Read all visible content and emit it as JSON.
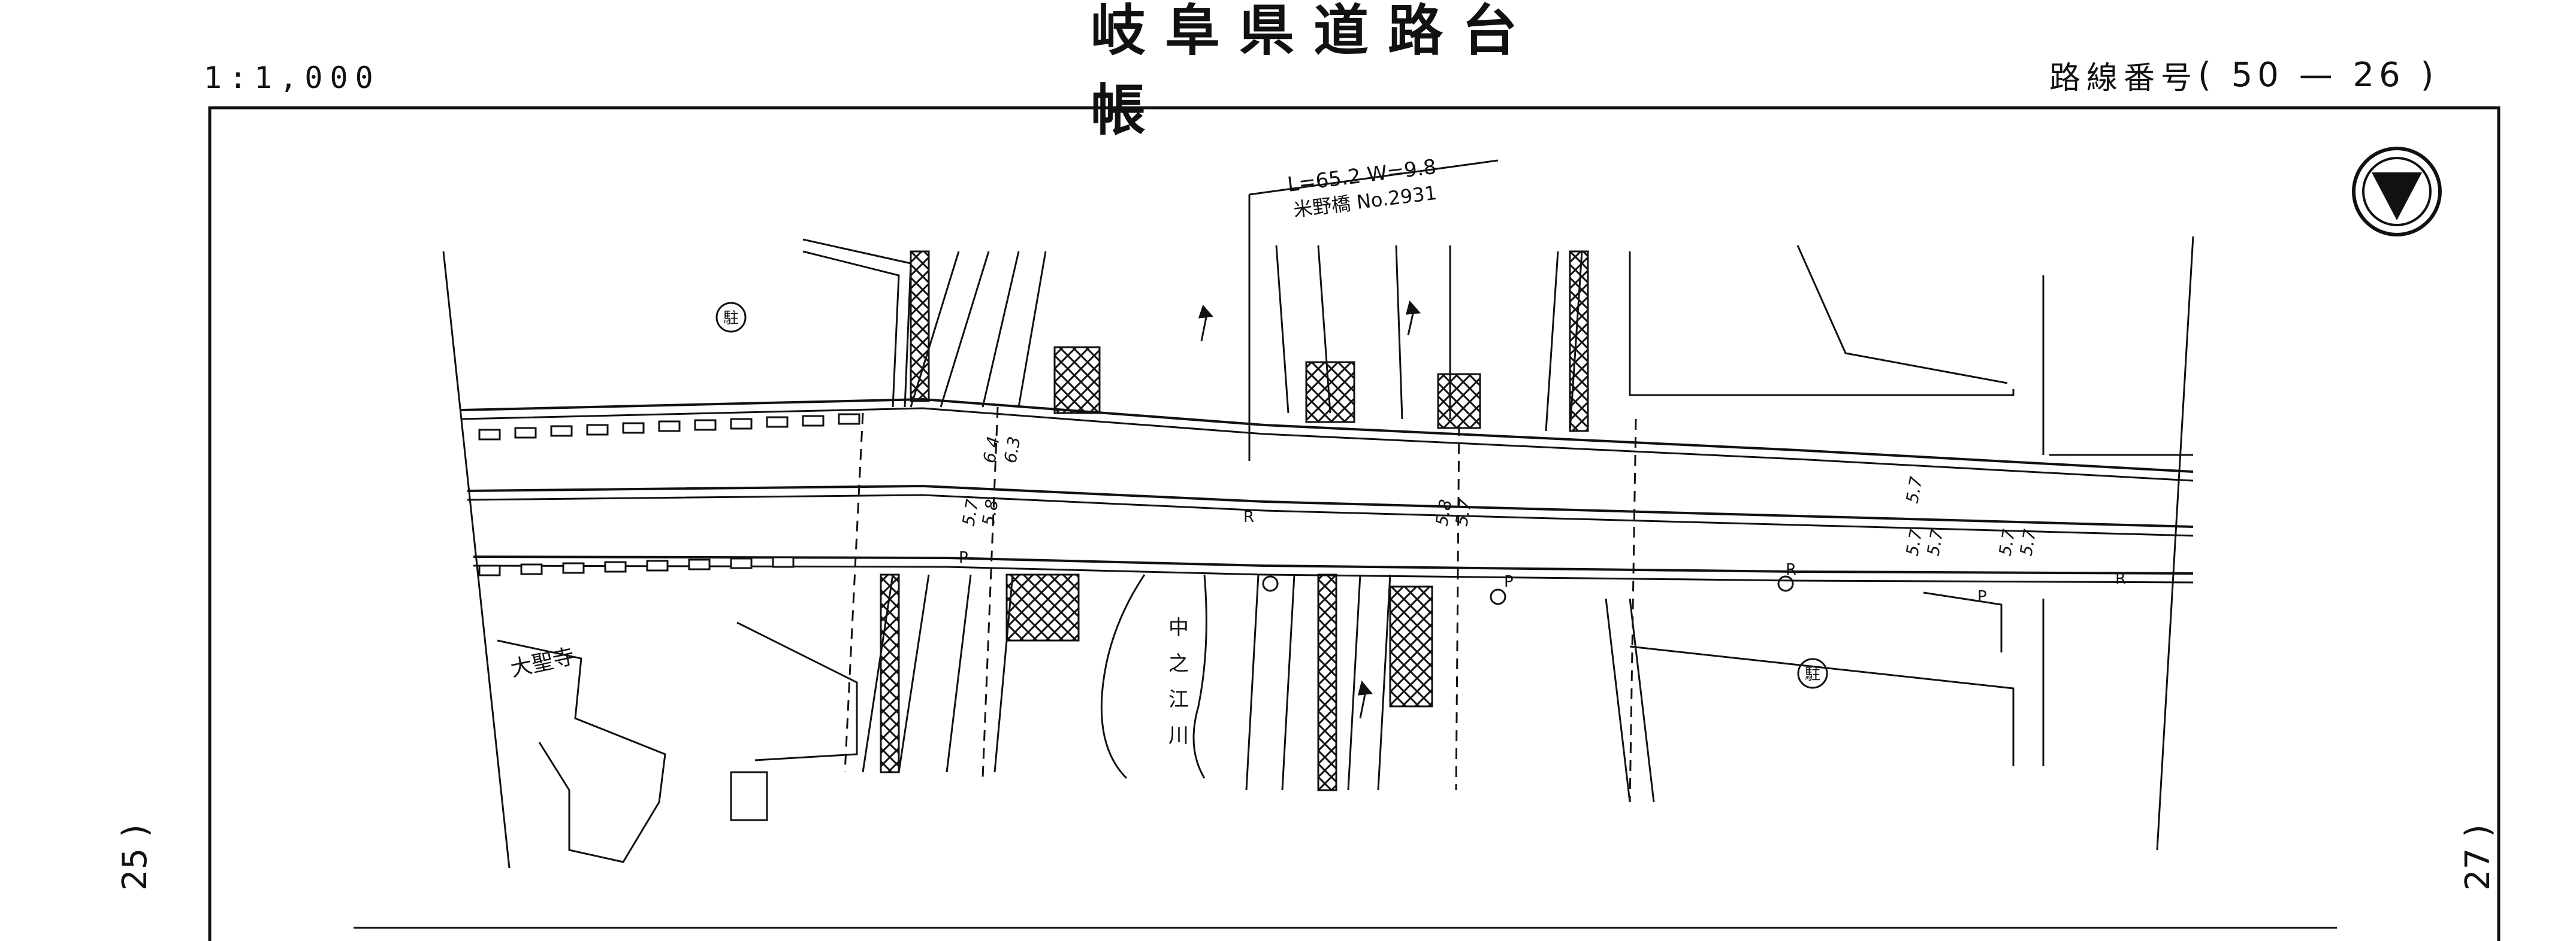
{
  "header": {
    "scale": "1:1,000",
    "title": "岐阜県道路台帳",
    "route_label": "路線番号",
    "route_value": "( 50 — 26 )"
  },
  "adjacent_sheets": {
    "left": "25 )",
    "right": "27 )"
  },
  "map": {
    "bridge_spec": "L=65.2  W=9.8",
    "bridge_name": "米野橋 No.2931",
    "temple_name": "大聖寺",
    "river_name": "中之江川",
    "parking_symbol": "駐",
    "width_labels": [
      "6.4",
      "6.3",
      "5.7",
      "5.8",
      "5.8",
      "5.7",
      "5.7",
      "5.7",
      "5.7",
      "5.7",
      "5.7"
    ],
    "feature_labels": [
      "R",
      "P",
      "P",
      "R",
      "P",
      "R"
    ]
  },
  "colors": {
    "ink": "#111111",
    "background": "#ffffff"
  },
  "icons": [
    "north-arrow-icon",
    "parking-symbol-icon",
    "manhole-icon",
    "flow-arrow-icon"
  ]
}
